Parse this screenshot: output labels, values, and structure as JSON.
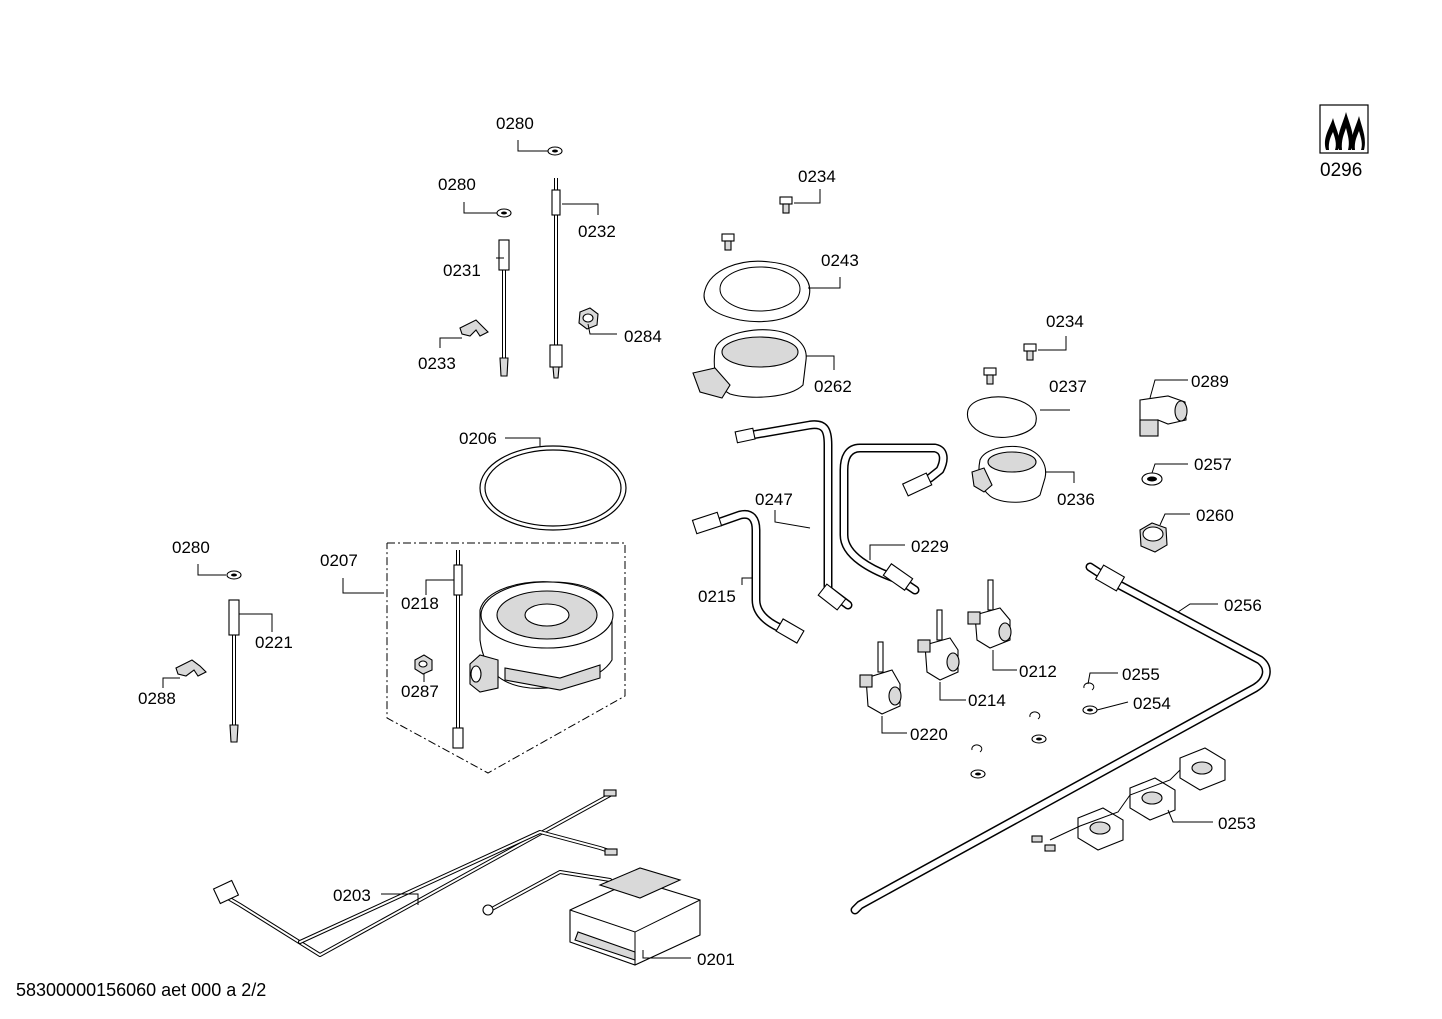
{
  "document": {
    "id": "58300000156060 aet 000 a 2/2"
  },
  "symbol": {
    "icon": "gas-flame-icon",
    "label": "0296"
  },
  "callouts": [
    {
      "label": "0280"
    },
    {
      "label": "0280"
    },
    {
      "label": "0232"
    },
    {
      "label": "0231"
    },
    {
      "label": "0284"
    },
    {
      "label": "0233"
    },
    {
      "label": "0234"
    },
    {
      "label": "0243"
    },
    {
      "label": "0262"
    },
    {
      "label": "0234"
    },
    {
      "label": "0237"
    },
    {
      "label": "0289"
    },
    {
      "label": "0257"
    },
    {
      "label": "0236"
    },
    {
      "label": "0260"
    },
    {
      "label": "0206"
    },
    {
      "label": "0247"
    },
    {
      "label": "0229"
    },
    {
      "label": "0280"
    },
    {
      "label": "0207"
    },
    {
      "label": "0218"
    },
    {
      "label": "0215"
    },
    {
      "label": "0256"
    },
    {
      "label": "0221"
    },
    {
      "label": "0212"
    },
    {
      "label": "0255"
    },
    {
      "label": "0288"
    },
    {
      "label": "0287"
    },
    {
      "label": "0214"
    },
    {
      "label": "0254"
    },
    {
      "label": "0220"
    },
    {
      "label": "0253"
    },
    {
      "label": "0203"
    },
    {
      "label": "0201"
    }
  ]
}
